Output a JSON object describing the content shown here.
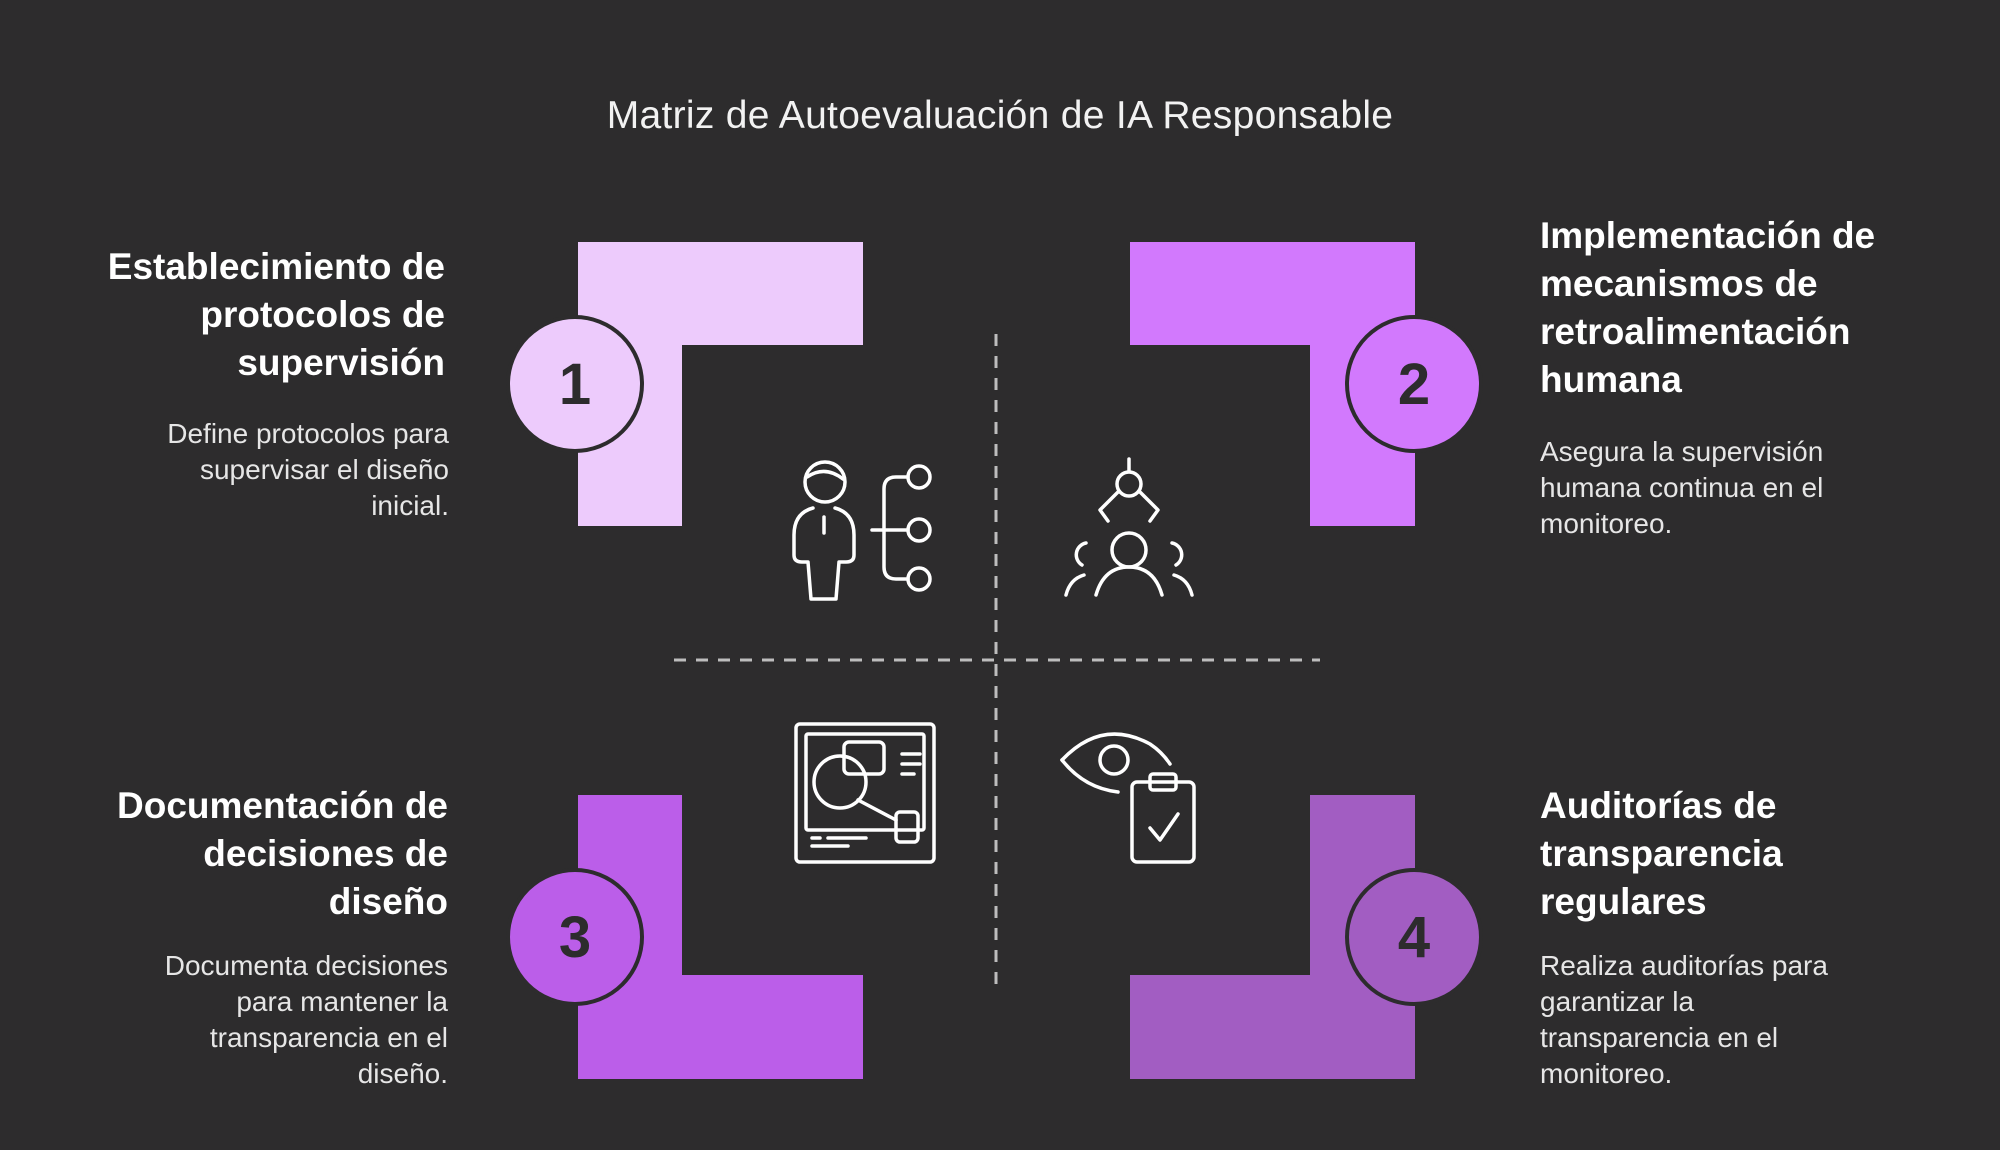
{
  "title": "Matriz de Autoevaluación de IA Responsable",
  "colors": {
    "background": "#2d2c2d",
    "q1": "#edcbfc",
    "q2": "#d279fd",
    "q3": "#bb5ee9",
    "q4": "#a25dc2"
  },
  "quadrants": [
    {
      "number": "1",
      "heading_lines": [
        "Establecimiento de",
        "protocolos de",
        "supervisión"
      ],
      "desc_lines": [
        "Define protocolos para",
        "supervisar el diseño",
        "inicial."
      ],
      "icon": "person-hierarchy-icon"
    },
    {
      "number": "2",
      "heading_lines": [
        "Implementación de",
        "mecanismos de",
        "retroalimentación",
        "humana"
      ],
      "desc_lines": [
        "Asegura la supervisión",
        "humana continua en el",
        "monitoreo."
      ],
      "icon": "robot-arm-people-icon"
    },
    {
      "number": "3",
      "heading_lines": [
        "Documentación de",
        "decisiones de",
        "diseño"
      ],
      "desc_lines": [
        "Documenta decisiones",
        "para mantener la",
        "transparencia en el",
        "diseño."
      ],
      "icon": "design-document-icon"
    },
    {
      "number": "4",
      "heading_lines": [
        "Auditorías de",
        "transparencia",
        "regulares"
      ],
      "desc_lines": [
        "Realiza auditorías para",
        "garantizar la",
        "transparencia en el",
        "monitoreo."
      ],
      "icon": "eye-clipboard-icon"
    }
  ]
}
